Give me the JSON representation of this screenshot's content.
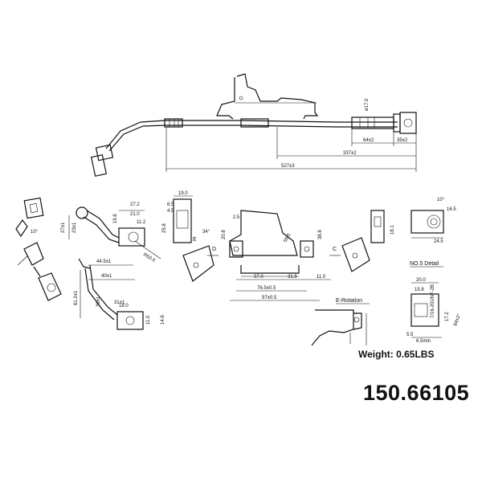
{
  "weight_text": "Weight: 0.65LBS",
  "part_number": "150.66105",
  "labels": {
    "no5_detail": "NO.5 Detail",
    "e_rotation": "E-Rotation",
    "view_d": "D",
    "view_c": "C",
    "view_e": "E"
  },
  "dimensions": {
    "d_527": "527±3",
    "d_337": "337±2",
    "d_64": "64±2",
    "d_35": "35±2",
    "d_17": "ø17.0",
    "d_27": "27±1",
    "d_23": "23±1",
    "d_10deg": "10°",
    "d_27_2": "27.2",
    "d_21": "21.0",
    "d_11_2": "11.2",
    "d_19_6": "19.6",
    "d_r50": "R50.6",
    "d_44": "44.5±1",
    "d_40": "40±1",
    "d_61": "61.2±1",
    "d_39": "39±1",
    "d_31": "31±1",
    "d_11": "11.0",
    "d_14_6": "14.6",
    "d_18": "18.0",
    "d_19": "19.0",
    "d_6_5": "6.5",
    "d_4_5": "4.5",
    "d_25_8": "25.8",
    "d_34deg": "34°",
    "d_2_5": "2.5",
    "d_20_8": "20.8",
    "d_37": "37.0",
    "d_31_5": "31.5",
    "d_11b": "11.0",
    "d_76": "76.5±0.5",
    "d_97": "97±0.5",
    "d_59": "59.5",
    "d_38_8": "38.8",
    "d_18b": "18.1",
    "d_10deg2": "10°",
    "d_16_5": "16.5",
    "d_24_5": "24.5",
    "d_20": "20.0",
    "d_15_8": "15.8",
    "d_thread": "7/16-20UNF-2B",
    "d_17_2": "17.2",
    "d_84": "84±2°",
    "d_5_5": "5.5",
    "d_6_5min": "6.5min"
  }
}
